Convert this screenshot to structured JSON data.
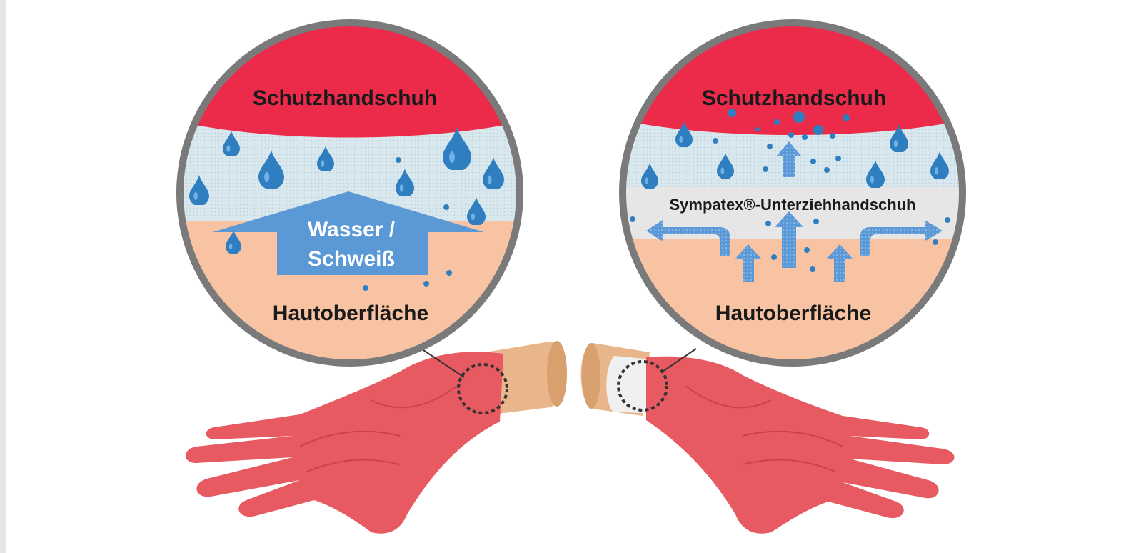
{
  "left_panel": {
    "top_label": "Schutzhandschuh",
    "arrow_label_line1": "Wasser /",
    "arrow_label_line2": "Schweiß",
    "bottom_label": "Hautoberfläche"
  },
  "right_panel": {
    "top_label": "Schutzhandschuh",
    "middle_label": "Sympatex®-Unterziehhandschuh",
    "bottom_label": "Hautoberfläche"
  },
  "colors": {
    "glove_red": "#ec2b4b",
    "mesh_light": "#d6e6ec",
    "skin": "#f7c3a3",
    "water_blue": "#2f7fc0",
    "arrow_blue": "#5a98d6",
    "ring_gray": "#7a7a7a",
    "hand_red": "#e85a62",
    "sleeve_tan": "#e8b68a"
  }
}
